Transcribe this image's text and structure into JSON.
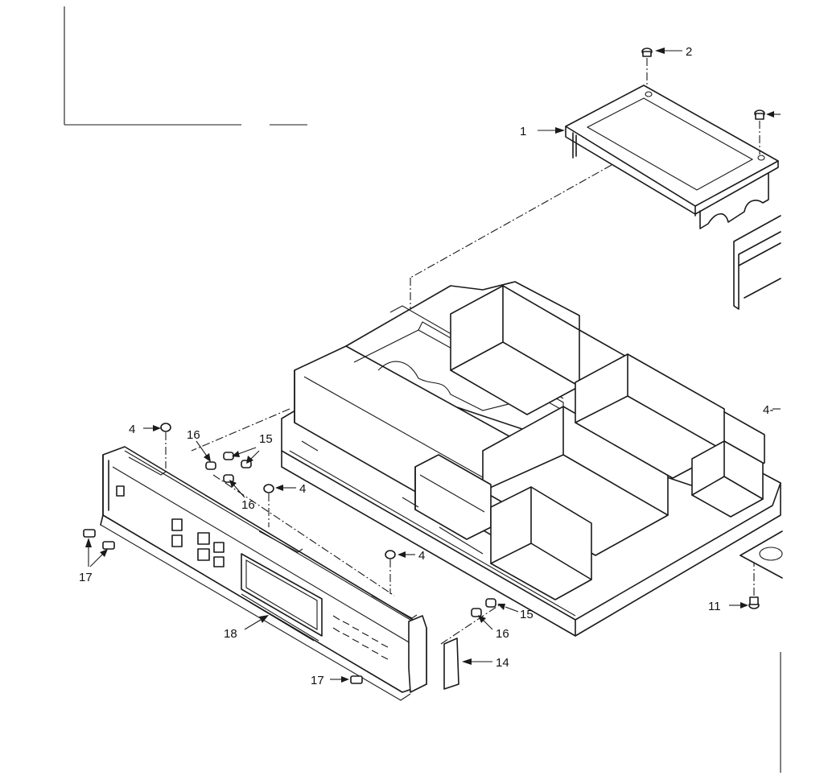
{
  "callouts": {
    "c1": "1",
    "c2": "2",
    "c4a": "4",
    "c4b": "4",
    "c4c": "4",
    "c4d": "4-",
    "c11": "11",
    "c14": "14",
    "c15a": "15",
    "c15b": "15",
    "c16a": "16",
    "c16b": "16",
    "c16c": "16",
    "c17a": "17",
    "c17b": "17",
    "c18": "18"
  }
}
